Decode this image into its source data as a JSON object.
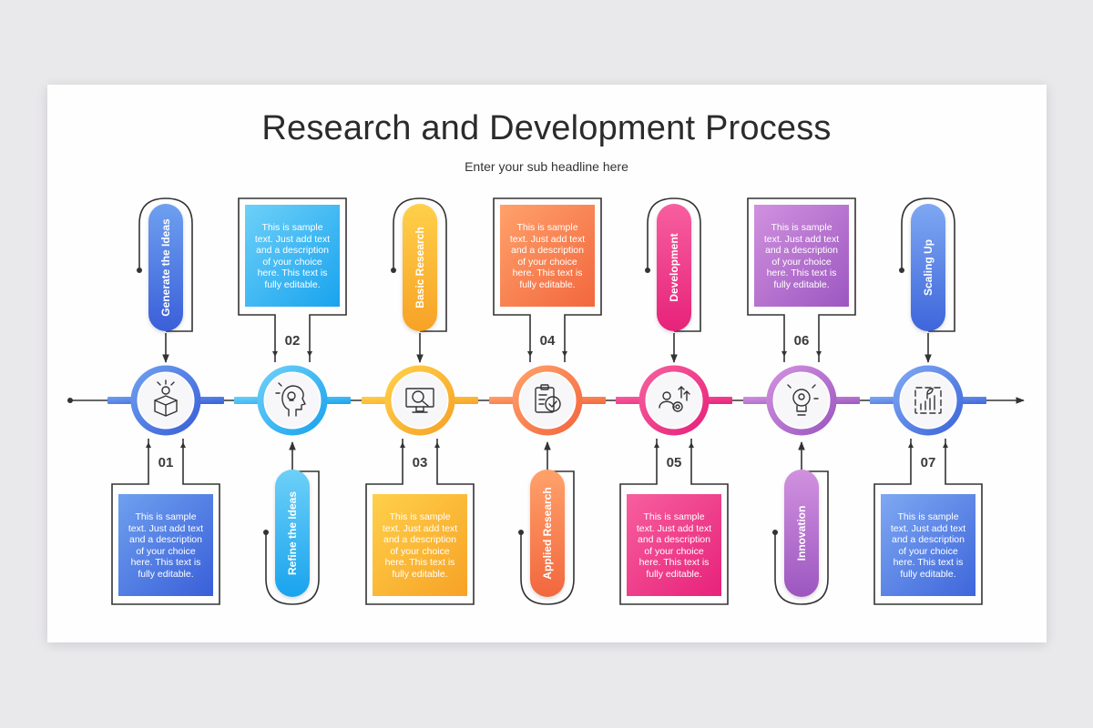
{
  "title": "Research and Development Process",
  "subtitle": "Enter your sub headline here",
  "steps": [
    {
      "number": "01",
      "label": "Generate the Ideas",
      "text": "This is sample text. Just add text and a description of your choice here. This text is fully editable.",
      "color_light": "#6ea0ef",
      "color_dark": "#3a5fd9",
      "icon": "box-lightbulb-icon"
    },
    {
      "number": "02",
      "label": "Refine the Ideas",
      "text": "This is sample text. Just add text and a description of your choice here. This text is fully editable.",
      "color_light": "#6dd0f8",
      "color_dark": "#19a3ee",
      "icon": "head-idea-icon"
    },
    {
      "number": "03",
      "label": "Basic Research",
      "text": "This is sample text. Just add text and a description of your choice here. This text is fully editable.",
      "color_light": "#ffd04a",
      "color_dark": "#f7a226",
      "icon": "monitor-search-icon"
    },
    {
      "number": "04",
      "label": "Applied Research",
      "text": "This is sample text. Just add text and a description of your choice here. This text is fully editable.",
      "color_light": "#ffa16a",
      "color_dark": "#f2673e",
      "icon": "clipboard-check-icon"
    },
    {
      "number": "05",
      "label": "Development",
      "text": "This is sample text. Just add text and a description of your choice here. This text is fully editable.",
      "color_light": "#f75f9f",
      "color_dark": "#e7227a",
      "icon": "team-growth-icon"
    },
    {
      "number": "06",
      "label": "Innovation",
      "text": "This is sample text. Just add text and a description of your choice here. This text is fully editable.",
      "color_light": "#d191df",
      "color_dark": "#9c57c0",
      "icon": "bulb-gears-icon"
    },
    {
      "number": "07",
      "label": "Scaling Up",
      "text": "This is sample text. Just add text and a description of your choice here. This text is fully editable.",
      "color_light": "#7ea8f2",
      "color_dark": "#3e66db",
      "icon": "growth-chart-icon"
    }
  ]
}
